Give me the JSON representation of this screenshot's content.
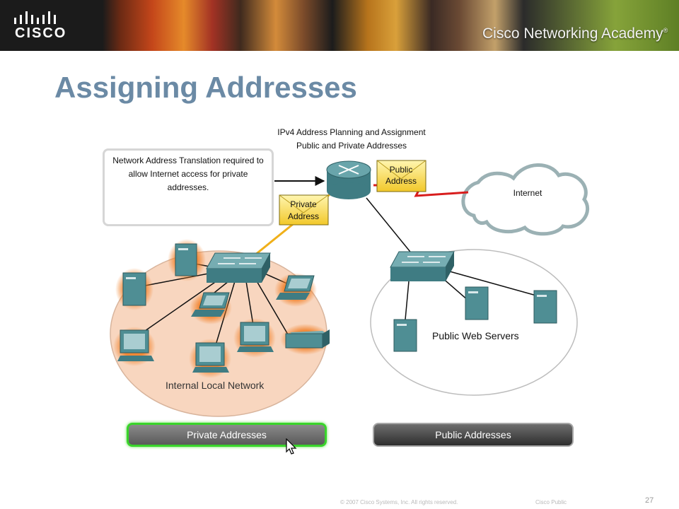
{
  "header": {
    "logo_text": "CISCO",
    "academy_text": "Cisco Networking Academy",
    "academy_mark": "®"
  },
  "slide": {
    "title": "Assigning Addresses",
    "page_number": "27"
  },
  "diagram": {
    "caption_line1": "IPv4 Address Planning and Assignment",
    "caption_line2": "Public and Private Addresses",
    "nat_note": "Network Address Translation required to allow Internet access for private addresses.",
    "envelope_public": [
      "Public",
      "Address"
    ],
    "envelope_private": [
      "Private",
      "Address"
    ],
    "internet_label": "Internet",
    "public_servers_label": "Public Web Servers",
    "internal_network_label": "Internal Local Network"
  },
  "buttons": {
    "private_label": "Private Addresses",
    "public_label": "Public Addresses"
  },
  "footer": {
    "copyright": "© 2007 Cisco Systems, Inc. All rights reserved.",
    "classification": "Cisco Public"
  },
  "colors": {
    "title": "#6b8aa5",
    "device_teal": "#4f8e94",
    "private_highlight": "#f07a1e",
    "selected_border": "#39d42a",
    "internal_fill": "#f8d6bf"
  }
}
